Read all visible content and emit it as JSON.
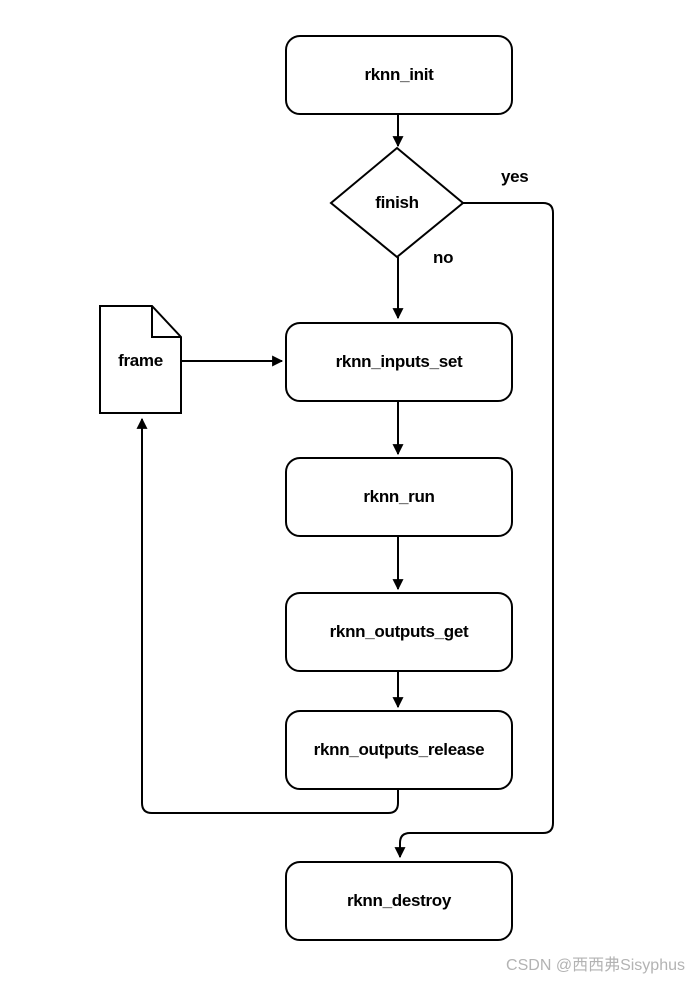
{
  "diagram": {
    "type": "flowchart",
    "nodes": [
      {
        "id": "rknn_init",
        "label": "rknn_init",
        "shape": "rounded-rectangle"
      },
      {
        "id": "finish",
        "label": "finish",
        "shape": "decision-diamond"
      },
      {
        "id": "frame",
        "label": "frame",
        "shape": "document"
      },
      {
        "id": "rknn_inputs_set",
        "label": "rknn_inputs_set",
        "shape": "rounded-rectangle"
      },
      {
        "id": "rknn_run",
        "label": "rknn_run",
        "shape": "rounded-rectangle"
      },
      {
        "id": "rknn_outputs_get",
        "label": "rknn_outputs_get",
        "shape": "rounded-rectangle"
      },
      {
        "id": "rknn_outputs_release",
        "label": "rknn_outputs_release",
        "shape": "rounded-rectangle"
      },
      {
        "id": "rknn_destroy",
        "label": "rknn_destroy",
        "shape": "rounded-rectangle"
      }
    ],
    "edges": [
      {
        "from": "rknn_init",
        "to": "finish",
        "label": ""
      },
      {
        "from": "finish",
        "to": "rknn_destroy",
        "label": "yes"
      },
      {
        "from": "finish",
        "to": "rknn_inputs_set",
        "label": "no"
      },
      {
        "from": "frame",
        "to": "rknn_inputs_set",
        "label": ""
      },
      {
        "from": "rknn_inputs_set",
        "to": "rknn_run",
        "label": ""
      },
      {
        "from": "rknn_run",
        "to": "rknn_outputs_get",
        "label": ""
      },
      {
        "from": "rknn_outputs_get",
        "to": "rknn_outputs_release",
        "label": ""
      },
      {
        "from": "rknn_outputs_release",
        "to": "frame",
        "label": ""
      }
    ]
  },
  "watermark": {
    "text": "CSDN @西西弗Sisyphus",
    "color": "#b3b3b3"
  },
  "colors": {
    "stroke": "#000000",
    "background": "#ffffff",
    "text": "#000000"
  }
}
